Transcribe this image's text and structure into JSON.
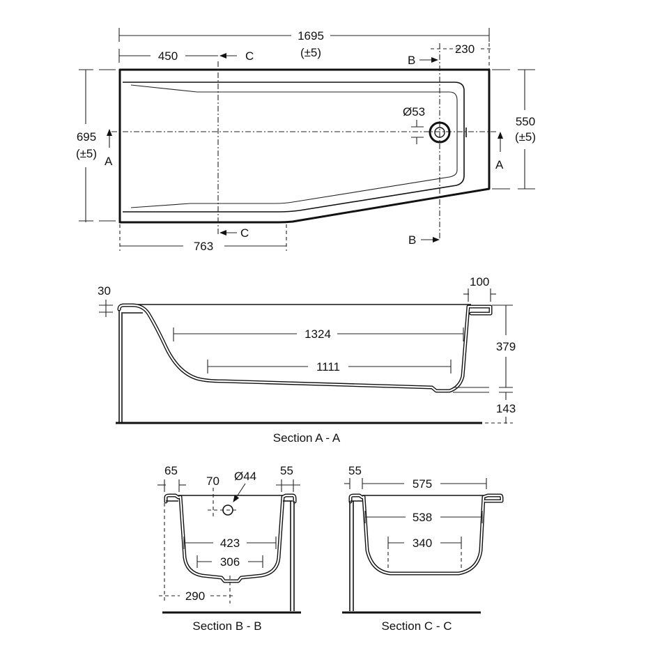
{
  "plan_view": {
    "overall_length": "1695",
    "overall_length_tol": "(±5)",
    "width_left": "695",
    "width_left_tol": "(±5)",
    "width_right": "550",
    "width_right_tol": "(±5)",
    "section_c_offset": "450",
    "flat_edge_length": "763",
    "section_b_offset": "230",
    "waste_diameter": "Ø53",
    "section_marker_a": "A",
    "section_marker_b": "B",
    "section_marker_c": "C"
  },
  "section_a": {
    "title": "Section A - A",
    "rim_thickness": "30",
    "rim_width_right": "100",
    "inner_length_top": "1324",
    "inner_length_bottom": "1111",
    "depth": "379",
    "base_height": "143"
  },
  "section_b": {
    "title": "Section B - B",
    "rim_left": "65",
    "rim_right": "55",
    "overflow_offset": "70",
    "overflow_diameter": "Ø44",
    "width_top": "423",
    "width_bottom": "306",
    "waste_offset": "290"
  },
  "section_c": {
    "title": "Section C - C",
    "rim_left": "55",
    "width_overall": "575",
    "width_top": "538",
    "width_bottom": "340"
  },
  "colors": {
    "line": "#111111",
    "background": "#ffffff"
  }
}
